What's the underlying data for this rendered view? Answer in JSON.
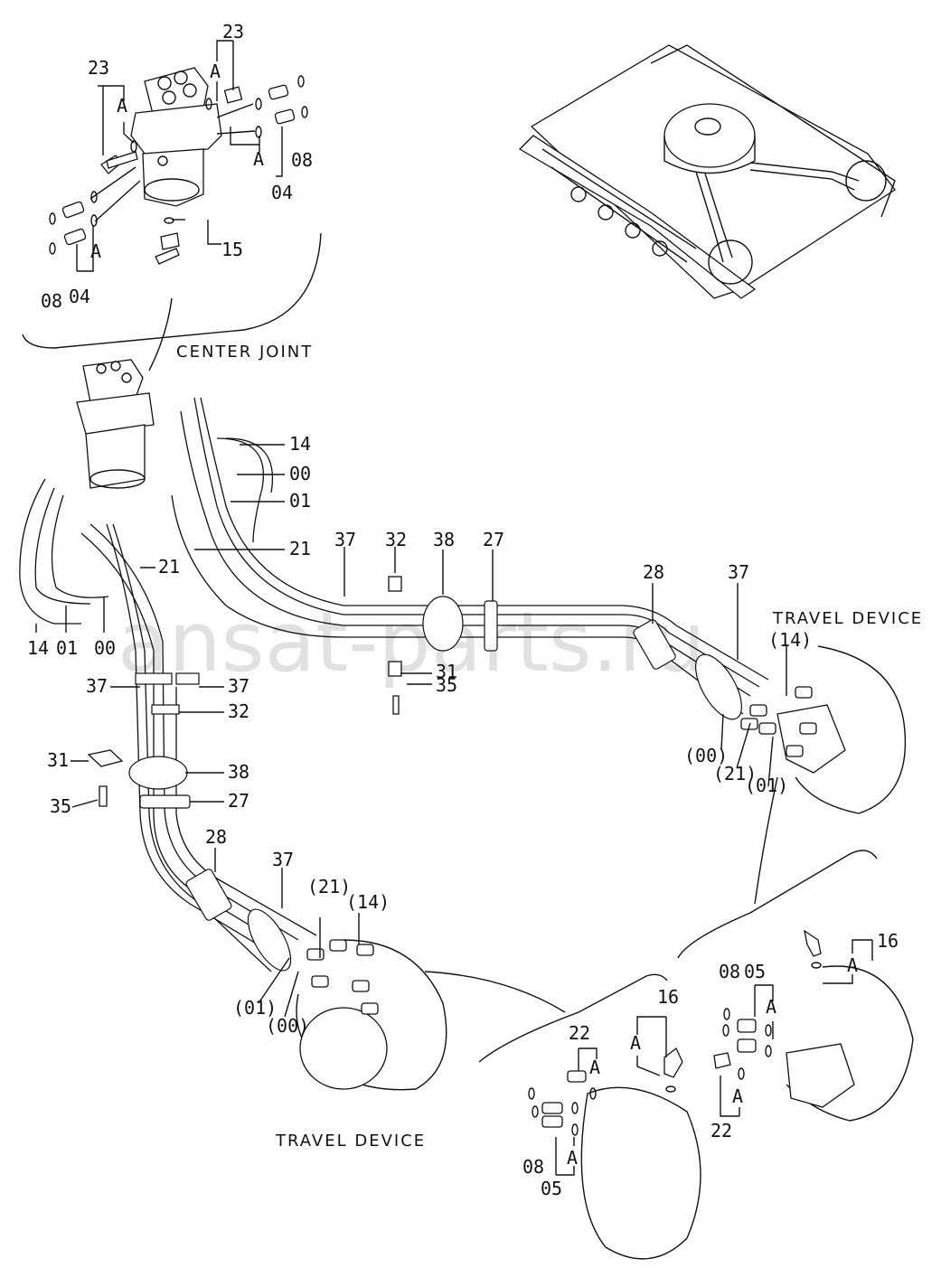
{
  "titles": {
    "center_joint": "CENTER JOINT",
    "travel_device_right": "TRAVEL DEVICE",
    "travel_device_left": "TRAVEL DEVICE"
  },
  "watermark": "ansat-parts.ru",
  "inset_center_joint": {
    "labels": {
      "p23a": "23",
      "p23b": "23",
      "a1": "A",
      "a2": "A",
      "a3": "A",
      "a4": "A",
      "p08a": "08",
      "p04a": "04",
      "p15": "15",
      "p08b": "08",
      "p04b": "04"
    }
  },
  "main_labels": {
    "p14a": "14",
    "p00a": "00",
    "p01a": "01",
    "p21a": "21",
    "p37a": "37",
    "p32a": "32",
    "p38a": "38",
    "p27a": "27",
    "p28a": "28",
    "p37b": "37",
    "p14b": "(14)",
    "p31a": "31",
    "p35a": "35",
    "p00b": "(00)",
    "p21b": "(21)",
    "p01b": "(01)",
    "p21c": "21",
    "p14c": "14",
    "p01c": "01",
    "p00c": "00",
    "p37c": "37",
    "p37d": "37",
    "p32b": "32",
    "p31b": "31",
    "p38b": "38",
    "p35b": "35",
    "p27b": "27",
    "p28b": "28",
    "p37e": "37",
    "p21d": "(21)",
    "p14d": "(14)",
    "p01d": "(01)",
    "p00d": "(00)"
  },
  "inset_travel_left": {
    "labels": {
      "p16": "16",
      "p22": "22",
      "a1": "A",
      "a2": "A",
      "a3": "A",
      "p08": "08",
      "p05": "05"
    }
  },
  "inset_travel_right": {
    "labels": {
      "p16": "16",
      "a1": "A",
      "p08": "08",
      "p05": "05",
      "a2": "A",
      "a3": "A",
      "p22": "22"
    }
  }
}
